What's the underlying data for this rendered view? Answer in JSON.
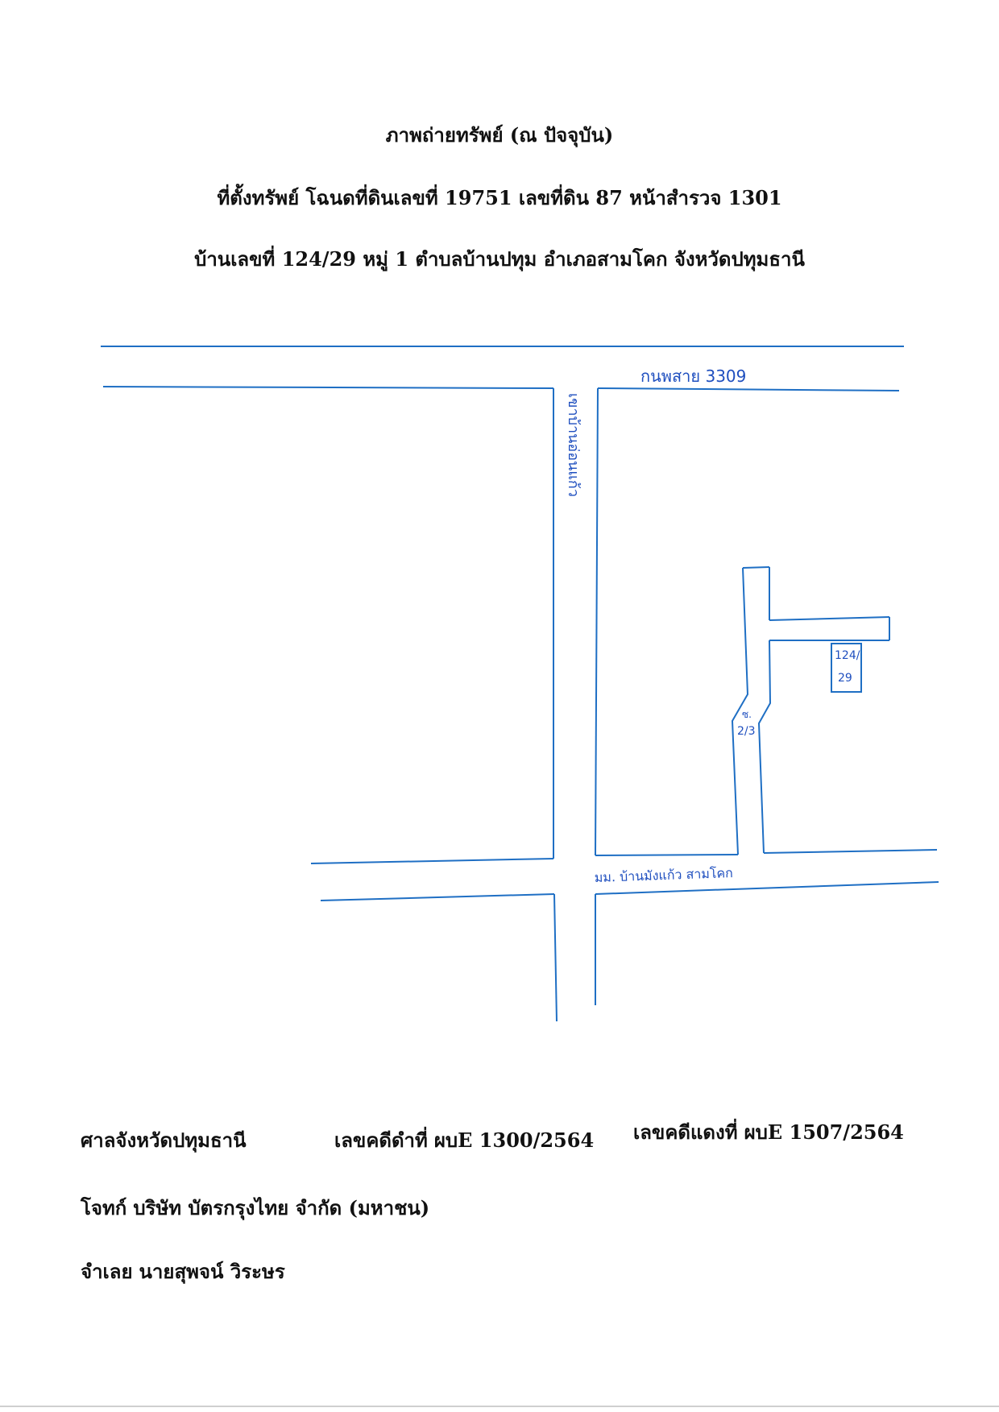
{
  "header": {
    "title": "ภาพถ่ายทรัพย์ (ณ ปัจจุบัน)",
    "location_line1": "ที่ตั้งทรัพย์ โฉนดที่ดินเลขที่ 19751 เลขที่ดิน 87 หน้าสำรวจ 1301",
    "location_line2": "บ้านเลขที่ 124/29 หมู่ 1 ตำบลบ้านปทุม อำเภอสามโคก จังหวัดปทุมธานี"
  },
  "map": {
    "road_label_top": "กนพสาย 3309",
    "road_label_vertical": "เขาบ้านอ่อนแก้ว",
    "road_label_bottom": "มม. บ้านมังแก้ว สามโคก",
    "soi_label_top": "ซ.",
    "soi_label_bottom": "2/3",
    "house_label_top": "124/",
    "house_label_bottom": "29",
    "ink_color": "#1f6fc4"
  },
  "footer": {
    "court": "ศาลจังหวัดปทุมธานี",
    "black_case_label": "เลขคดีดำที่",
    "black_case_value": "ผบE 1300/2564",
    "red_case_label": "เลขคดีแดงที่",
    "red_case_value": "ผบE 1507/2564",
    "plaintiff_label": "โจทก์",
    "plaintiff_value": "บริษัท บัตรกรุงไทย จำกัด (มหาชน)",
    "defendant_label": "จำเลย",
    "defendant_value": "นายสุพจน์ วิระษร"
  }
}
